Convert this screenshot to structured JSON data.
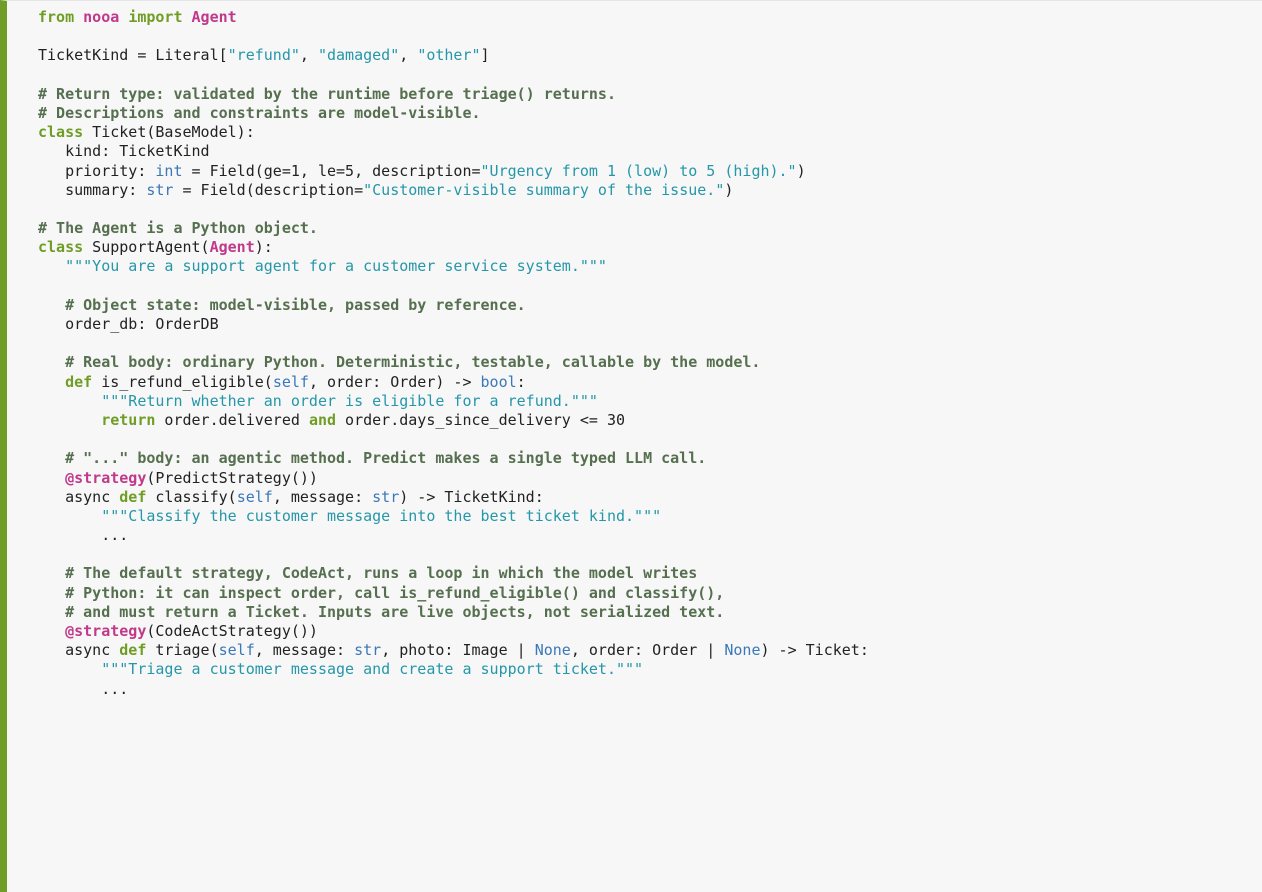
{
  "colors": {
    "background": "#f7f7f7",
    "accent_border": "#6f9d25",
    "keyword": "#6f9d25",
    "name_highlight": "#c0398a",
    "string": "#2597a8",
    "builtin": "#3a78b8",
    "comment": "#556f4f",
    "text": "#222222"
  },
  "lines": [
    [
      [
        "kw",
        "from"
      ],
      [
        "p",
        " "
      ],
      [
        "name",
        "nooa"
      ],
      [
        "p",
        " "
      ],
      [
        "kw",
        "import"
      ],
      [
        "p",
        " "
      ],
      [
        "name",
        "Agent"
      ]
    ],
    [],
    [
      [
        "p",
        "TicketKind = Literal["
      ],
      [
        "str",
        "\"refund\""
      ],
      [
        "p",
        ", "
      ],
      [
        "str",
        "\"damaged\""
      ],
      [
        "p",
        ", "
      ],
      [
        "str",
        "\"other\""
      ],
      [
        "p",
        "]"
      ]
    ],
    [],
    [
      [
        "cm",
        "# Return type: validated by the runtime before triage() returns."
      ]
    ],
    [
      [
        "cm",
        "# Descriptions and constraints are model-visible."
      ]
    ],
    [
      [
        "kw",
        "class"
      ],
      [
        "p",
        " Ticket(BaseModel):"
      ]
    ],
    [
      [
        "p",
        "   kind: TicketKind"
      ]
    ],
    [
      [
        "p",
        "   priority: "
      ],
      [
        "bi",
        "int"
      ],
      [
        "p",
        " = Field(ge=1, le=5, description="
      ],
      [
        "str",
        "\"Urgency from 1 (low) to 5 (high).\""
      ],
      [
        "p",
        ")"
      ]
    ],
    [
      [
        "p",
        "   summary: "
      ],
      [
        "bi",
        "str"
      ],
      [
        "p",
        " = Field(description="
      ],
      [
        "str",
        "\"Customer-visible summary of the issue.\""
      ],
      [
        "p",
        ")"
      ]
    ],
    [],
    [
      [
        "cm",
        "# The Agent is a Python object."
      ]
    ],
    [
      [
        "kw",
        "class"
      ],
      [
        "p",
        " SupportAgent("
      ],
      [
        "name",
        "Agent"
      ],
      [
        "p",
        "):"
      ]
    ],
    [
      [
        "p",
        "   "
      ],
      [
        "str",
        "\"\"\"You are a support agent for a customer service system.\"\"\""
      ]
    ],
    [],
    [
      [
        "p",
        "   "
      ],
      [
        "cm",
        "# Object state: model-visible, passed by reference."
      ]
    ],
    [
      [
        "p",
        "   order_db: OrderDB"
      ]
    ],
    [],
    [
      [
        "p",
        "   "
      ],
      [
        "cm",
        "# Real body: ordinary Python. Deterministic, testable, callable by the model."
      ]
    ],
    [
      [
        "p",
        "   "
      ],
      [
        "kw",
        "def"
      ],
      [
        "p",
        " is_refund_eligible("
      ],
      [
        "bi",
        "self"
      ],
      [
        "p",
        ", order: Order) -> "
      ],
      [
        "bi",
        "bool"
      ],
      [
        "p",
        ":"
      ]
    ],
    [
      [
        "p",
        "       "
      ],
      [
        "str",
        "\"\"\"Return whether an order is eligible for a refund.\"\"\""
      ]
    ],
    [
      [
        "p",
        "       "
      ],
      [
        "kw",
        "return"
      ],
      [
        "p",
        " order.delivered "
      ],
      [
        "kw",
        "and"
      ],
      [
        "p",
        " order.days_since_delivery <= 30"
      ]
    ],
    [],
    [
      [
        "p",
        "   "
      ],
      [
        "cm",
        "# \"...\" body: an agentic method. Predict makes a single typed LLM call."
      ]
    ],
    [
      [
        "p",
        "   "
      ],
      [
        "name",
        "@strategy"
      ],
      [
        "p",
        "(PredictStrategy())"
      ]
    ],
    [
      [
        "p",
        "   async "
      ],
      [
        "kw",
        "def"
      ],
      [
        "p",
        " classify("
      ],
      [
        "bi",
        "self"
      ],
      [
        "p",
        ", message: "
      ],
      [
        "bi",
        "str"
      ],
      [
        "p",
        ") -> TicketKind:"
      ]
    ],
    [
      [
        "p",
        "       "
      ],
      [
        "str",
        "\"\"\"Classify the customer message into the best ticket kind.\"\"\""
      ]
    ],
    [
      [
        "p",
        "       ..."
      ]
    ],
    [],
    [
      [
        "p",
        "   "
      ],
      [
        "cm",
        "# The default strategy, CodeAct, runs a loop in which the model writes"
      ]
    ],
    [
      [
        "p",
        "   "
      ],
      [
        "cm",
        "# Python: it can inspect order, call is_refund_eligible() and classify(),"
      ]
    ],
    [
      [
        "p",
        "   "
      ],
      [
        "cm",
        "# and must return a Ticket. Inputs are live objects, not serialized text."
      ]
    ],
    [
      [
        "p",
        "   "
      ],
      [
        "name",
        "@strategy"
      ],
      [
        "p",
        "(CodeActStrategy())"
      ]
    ],
    [
      [
        "p",
        "   async "
      ],
      [
        "kw",
        "def"
      ],
      [
        "p",
        " triage("
      ],
      [
        "bi",
        "self"
      ],
      [
        "p",
        ", message: "
      ],
      [
        "bi",
        "str"
      ],
      [
        "p",
        ", photo: Image | "
      ],
      [
        "bi",
        "None"
      ],
      [
        "p",
        ", order: Order | "
      ],
      [
        "bi",
        "None"
      ],
      [
        "p",
        ") -> Ticket:"
      ]
    ],
    [
      [
        "p",
        "       "
      ],
      [
        "str",
        "\"\"\"Triage a customer message and create a support ticket.\"\"\""
      ]
    ],
    [
      [
        "p",
        "       ..."
      ]
    ]
  ]
}
